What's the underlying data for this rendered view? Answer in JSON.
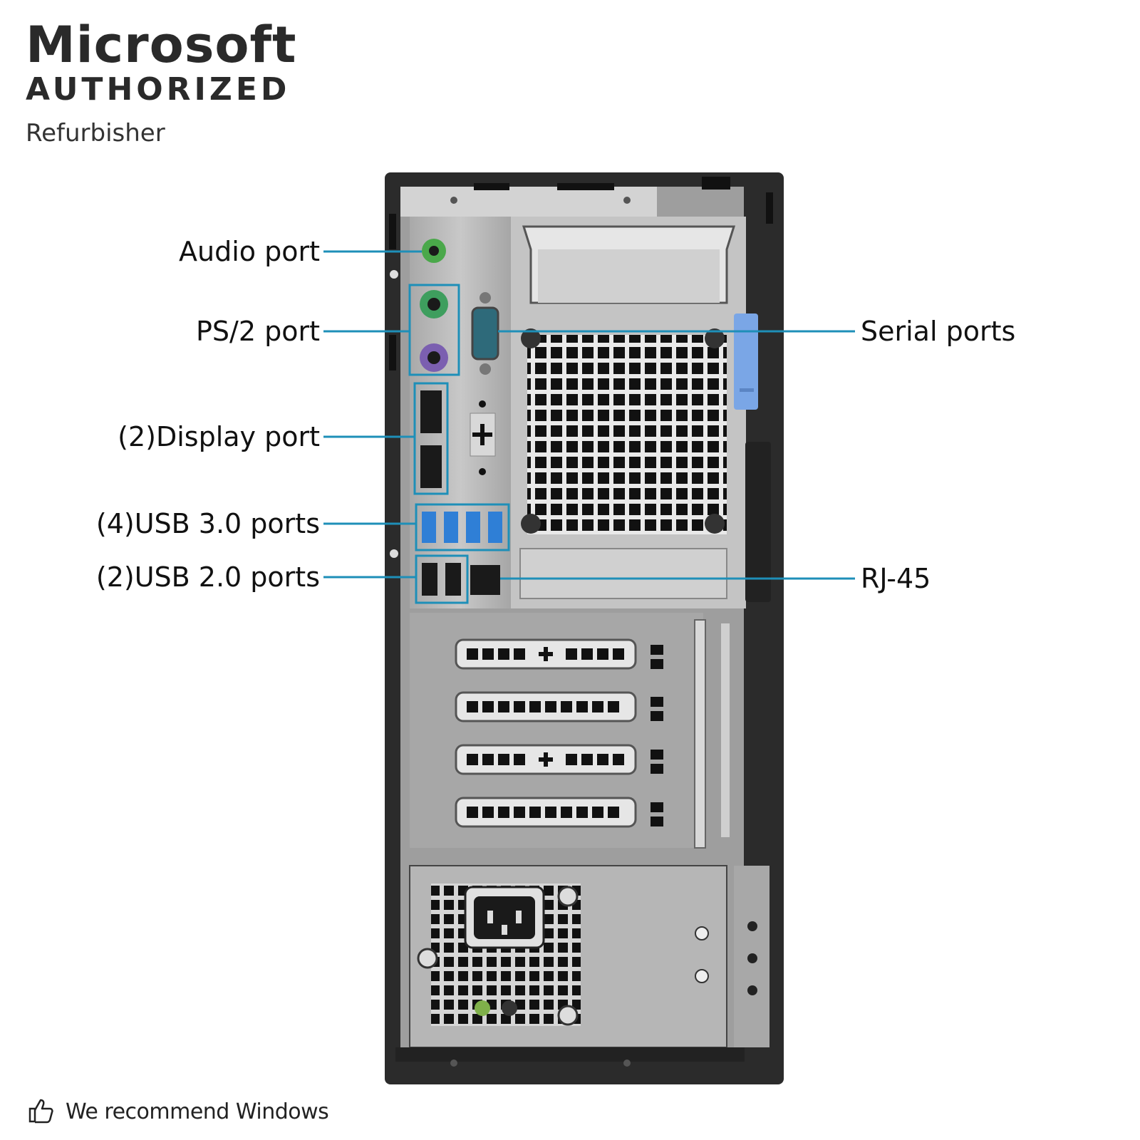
{
  "brand": {
    "line1": "Microsoft",
    "line2": "AUTHORIZED",
    "line3": "Refurbisher"
  },
  "callouts": {
    "audio": "Audio port",
    "ps2": "PS/2 port",
    "display": "(2)Display port",
    "usb3": "(4)USB 3.0 ports",
    "usb2": "(2)USB 2.0 ports",
    "serial": "Serial ports",
    "rj45": "RJ-45"
  },
  "footer": {
    "text": "We recommend Windows",
    "icon": "thumbs-up-icon"
  },
  "colors": {
    "callout_line": "#1e8fb8",
    "chassis": "#2b2b2b",
    "panel": "#b9b9b9",
    "usb3_blue": "#2f7fd6",
    "audio_green": "#4aa84a",
    "ps2_green": "#3e9e5e",
    "ps2_purple": "#7b5fb0",
    "latch_blue": "#7aa6e6"
  }
}
